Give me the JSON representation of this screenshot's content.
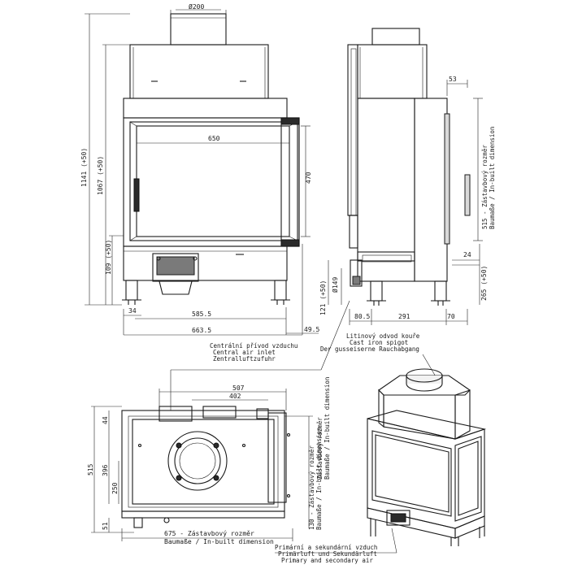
{
  "front_view": {
    "flue_diameter": "Ø200",
    "total_height": "1141 (+50)",
    "inner_height": "1067 (+50)",
    "base_height": "109 (+50)",
    "glass_width": "650",
    "glass_height": "470",
    "foot_offset": "34",
    "leg_span": "585.5",
    "overall_width": "663.5",
    "side_offset": "49.5"
  },
  "side_view": {
    "top_offset": "53",
    "inbuilt_height": "515 - Zástavbový rozměr",
    "inbuilt_height_en": "Baumaße / In-built dimension",
    "side_24": "24",
    "side_265": "265 (+50)",
    "spigot_diameter": "Ø149",
    "spigot_height": "121 (+50)",
    "depth_front": "80.5",
    "depth_mid": "291",
    "depth_rear": "70"
  },
  "top_view": {
    "width_507": "507",
    "width_402": "402",
    "depth_515": "515",
    "depth_44": "44",
    "depth_396": "396",
    "depth_250": "250",
    "depth_51": "51",
    "right_dim": "130 - Zástavbový rozměr",
    "right_dim_en": "Baumaße / In-built dimension",
    "right_top_dim": "Zástavbový rozměr",
    "right_top_dim_en": "Baumaße / In-built dimension",
    "bottom_dim": "675 - Zástavbový rozměr",
    "bottom_dim_en": "Baumaße / In-built dimension"
  },
  "annotations": {
    "air_inlet_cz": "Centrální přívod vzduchu",
    "air_inlet_en": "Central air inlet",
    "air_inlet_de": "Zentralluftzufuhr",
    "spigot_cz": "Litinový odvod kouře",
    "spigot_en": "Cast iron spigot",
    "spigot_de": "Der gusseiserne Rauchabgang",
    "primary_cz": "Primární a sekundární vzduch",
    "primary_de": "Primärluft und Sekundärluft",
    "primary_en": "Primary and secondary air"
  }
}
